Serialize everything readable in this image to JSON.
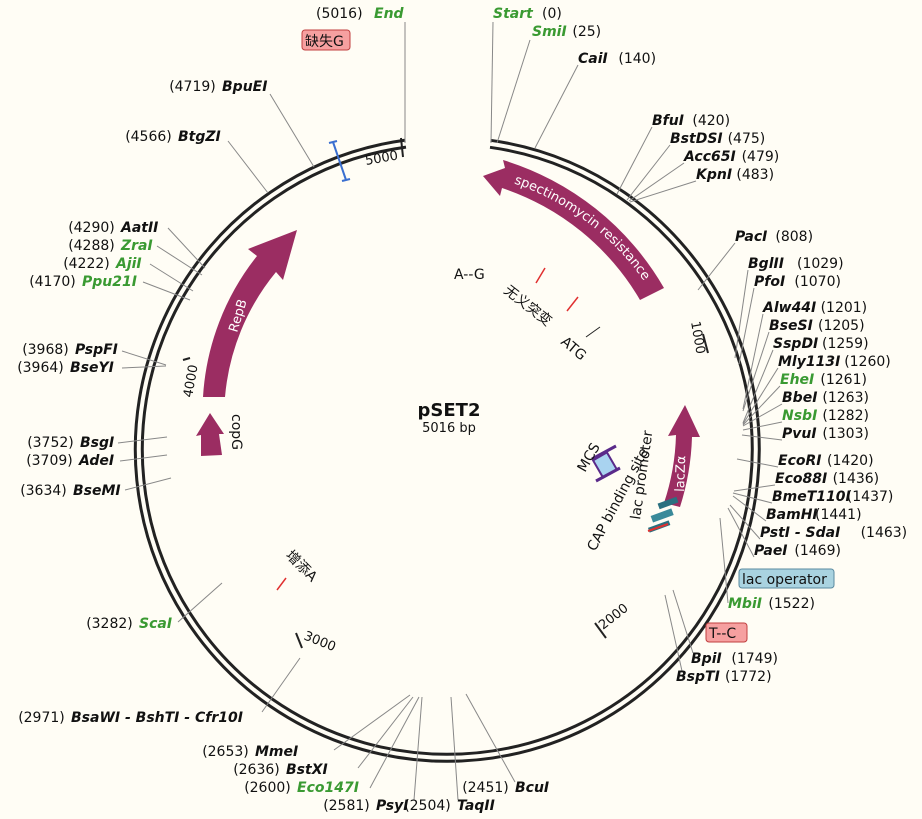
{
  "plasmid": {
    "name": "pSET2",
    "length_label": "5016 bp"
  },
  "ring_ticks": [
    "5000",
    "1000",
    "2000",
    "3000",
    "4000"
  ],
  "features": {
    "spectinomycin": "spectinomycin resistance",
    "repb": "RepB",
    "lacza": "lacZα",
    "copg": "copG",
    "mcs": "MCS",
    "cap": "CAP binding site",
    "lacprom": "lac promoter"
  },
  "inner_labels": {
    "a_g": "A--G",
    "wuyi": "无义突变",
    "atg": "ATG",
    "zengtian": "增添A"
  },
  "boxes": {
    "que_g": "缺失G",
    "lac_operator": "lac operator",
    "t_c": "T--C"
  },
  "sites": [
    {
      "name": "End",
      "pos": "(5016)",
      "green": true,
      "italic": false
    },
    {
      "name": "Start",
      "pos": "(0)",
      "green": true,
      "italic": false
    },
    {
      "name": "SmiI",
      "pos": "(25)",
      "green": true
    },
    {
      "name": "CaiI",
      "pos": "(140)"
    },
    {
      "name": "BfuI",
      "pos": "(420)"
    },
    {
      "name": "BstDSI",
      "pos": "(475)"
    },
    {
      "name": "Acc65I",
      "pos": "(479)"
    },
    {
      "name": "KpnI",
      "pos": "(483)"
    },
    {
      "name": "PacI",
      "pos": "(808)"
    },
    {
      "name": "BglII",
      "pos": "(1029)"
    },
    {
      "name": "PfoI",
      "pos": "(1070)"
    },
    {
      "name": "Alw44I",
      "pos": "(1201)"
    },
    {
      "name": "BseSI",
      "pos": "(1205)"
    },
    {
      "name": "SspDI",
      "pos": "(1259)"
    },
    {
      "name": "Mly113I",
      "pos": "(1260)"
    },
    {
      "name": "EheI",
      "pos": "(1261)",
      "green": true
    },
    {
      "name": "BbeI",
      "pos": "(1263)"
    },
    {
      "name": "NsbI",
      "pos": "(1282)",
      "green": true
    },
    {
      "name": "PvuI",
      "pos": "(1303)"
    },
    {
      "name": "EcoRI",
      "pos": "(1420)"
    },
    {
      "name": "Eco88I",
      "pos": "(1436)"
    },
    {
      "name": "BmeT110I",
      "pos": "(1437)"
    },
    {
      "name": "BamHI",
      "pos": "(1441)"
    },
    {
      "name": "PstI - SdaI",
      "pos": "(1463)"
    },
    {
      "name": "PaeI",
      "pos": "(1469)"
    },
    {
      "name": "MbiI",
      "pos": "(1522)",
      "green": true
    },
    {
      "name": "BpiI",
      "pos": "(1749)"
    },
    {
      "name": "BspTI",
      "pos": "(1772)"
    },
    {
      "name": "BcuI",
      "pos": "(2451)"
    },
    {
      "name": "TaqII",
      "pos": "(2504)"
    },
    {
      "name": "PsyI",
      "pos": "(2581)"
    },
    {
      "name": "Eco147I",
      "pos": "(2600)",
      "green": true
    },
    {
      "name": "BstXI",
      "pos": "(2636)"
    },
    {
      "name": "MmeI",
      "pos": "(2653)"
    },
    {
      "name": "BsaWI - BshTI - Cfr10I",
      "pos": "(2971)"
    },
    {
      "name": "ScaI",
      "pos": "(3282)",
      "green": true
    },
    {
      "name": "BseMI",
      "pos": "(3634)"
    },
    {
      "name": "AdeI",
      "pos": "(3709)"
    },
    {
      "name": "BsgI",
      "pos": "(3752)"
    },
    {
      "name": "BseYI",
      "pos": "(3964)"
    },
    {
      "name": "PspFI",
      "pos": "(3968)"
    },
    {
      "name": "Ppu21I",
      "pos": "(4170)",
      "green": true
    },
    {
      "name": "AjiI",
      "pos": "(4222)",
      "green": true
    },
    {
      "name": "ZraI",
      "pos": "(4288)",
      "green": true
    },
    {
      "name": "AatII",
      "pos": "(4290)"
    },
    {
      "name": "BtgZI",
      "pos": "(4566)"
    },
    {
      "name": "BpuEI",
      "pos": "(4719)"
    }
  ],
  "colors": {
    "feature": "#9b2d62",
    "green_site": "#3a9a32",
    "mutation_mark": "#e03030",
    "box_pink": "#f6a0a0",
    "box_blue": "#a9d3e0"
  }
}
